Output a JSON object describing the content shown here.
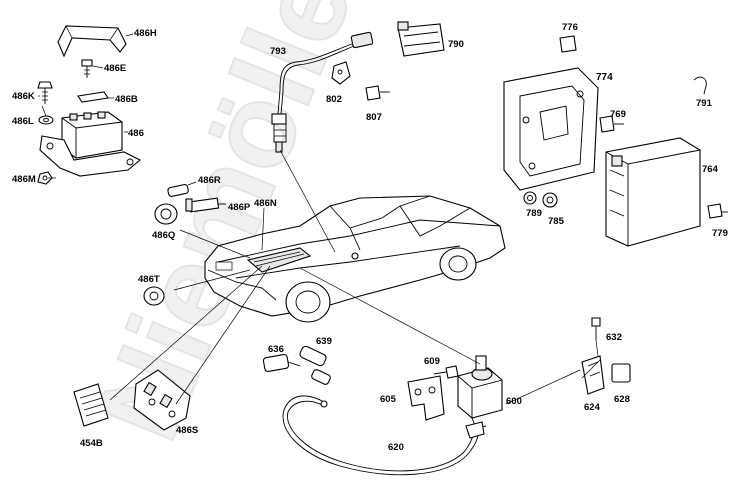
{
  "watermark": "Niemöller",
  "labels": {
    "l486H": "486H",
    "l486E": "486E",
    "l486K": "486K",
    "l486B": "486B",
    "l486L": "486L",
    "l486": "486",
    "l486M": "486M",
    "l486R": "486R",
    "l486P": "486P",
    "l486N": "486N",
    "l486Q": "486Q",
    "l486T": "486T",
    "l454B": "454B",
    "l486S": "486S",
    "l793": "793",
    "l802": "802",
    "l807": "807",
    "l790": "790",
    "l776": "776",
    "l774": "774",
    "l791": "791",
    "l769": "769",
    "l764": "764",
    "l789": "789",
    "l785": "785",
    "l779": "779",
    "l632": "632",
    "l636": "636",
    "l639": "639",
    "l609": "609",
    "l605": "605",
    "l600": "600",
    "l620": "620",
    "l624": "624",
    "l628": "628"
  }
}
